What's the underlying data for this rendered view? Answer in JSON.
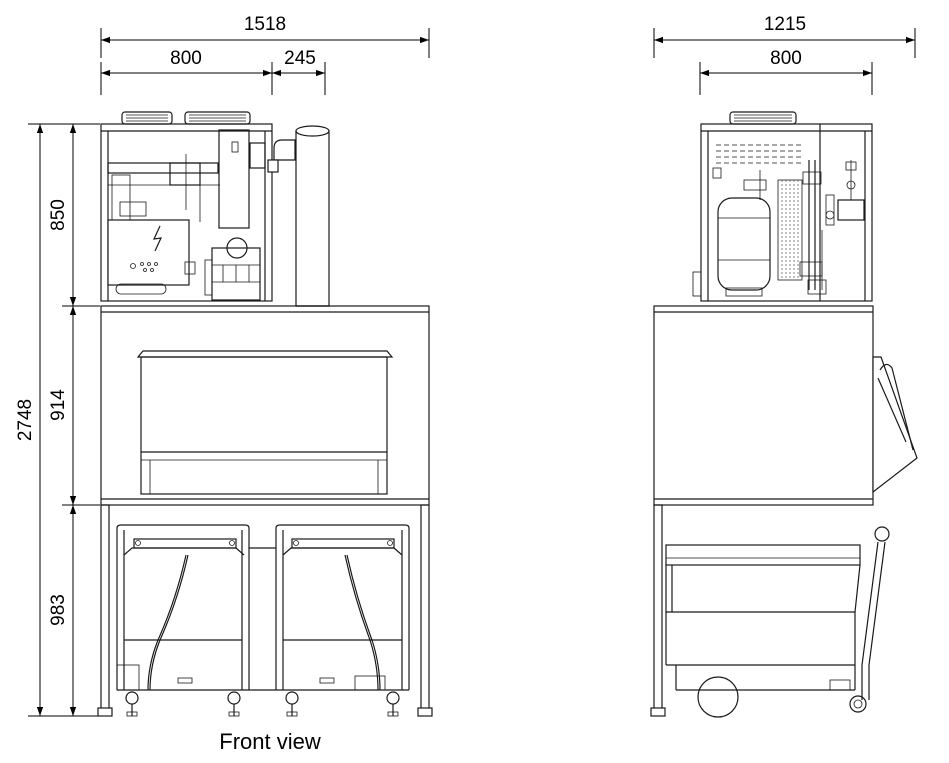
{
  "caption": "Front view",
  "dimensions": {
    "front_total_width": "1518",
    "front_unit_width": "800",
    "front_offset": "245",
    "side_total_width": "1215",
    "side_unit_width": "800",
    "total_height": "2748",
    "unit_height": "850",
    "bin_height": "914",
    "stand_height": "983"
  },
  "colors": {
    "line": "#1a1a1a",
    "background": "#ffffff"
  }
}
